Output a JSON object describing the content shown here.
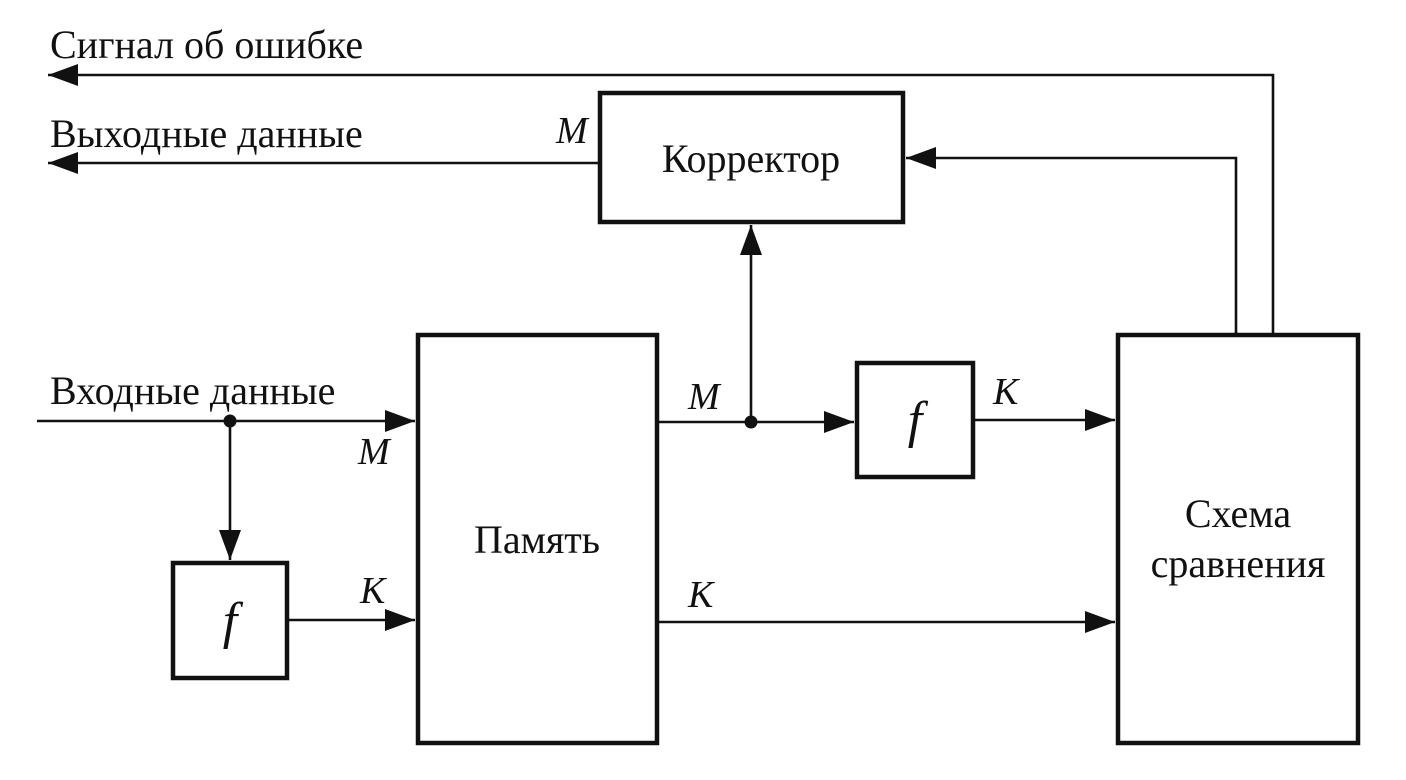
{
  "diagram": {
    "blocks": {
      "corrector": {
        "label": "Корректор"
      },
      "memory": {
        "label": "Память"
      },
      "comparator": {
        "label_line1": "Схема",
        "label_line2": "сравнения"
      },
      "encoder_left": {
        "label": "f"
      },
      "encoder_right": {
        "label": "f"
      }
    },
    "external_signals": {
      "error": {
        "label": "Сигнал об ошибке"
      },
      "output": {
        "label": "Выходные данные"
      },
      "input": {
        "label": "Входные данные"
      }
    },
    "bus_labels": {
      "m_at_corrector": "M",
      "m_at_memory_input": "M",
      "k_at_memory_input": "K",
      "m_at_memory_output": "M",
      "k_at_memory_output": "K",
      "k_at_encoder_output": "K"
    },
    "colors": {
      "line": "#111111",
      "text": "#111111",
      "background": "#ffffff"
    }
  }
}
